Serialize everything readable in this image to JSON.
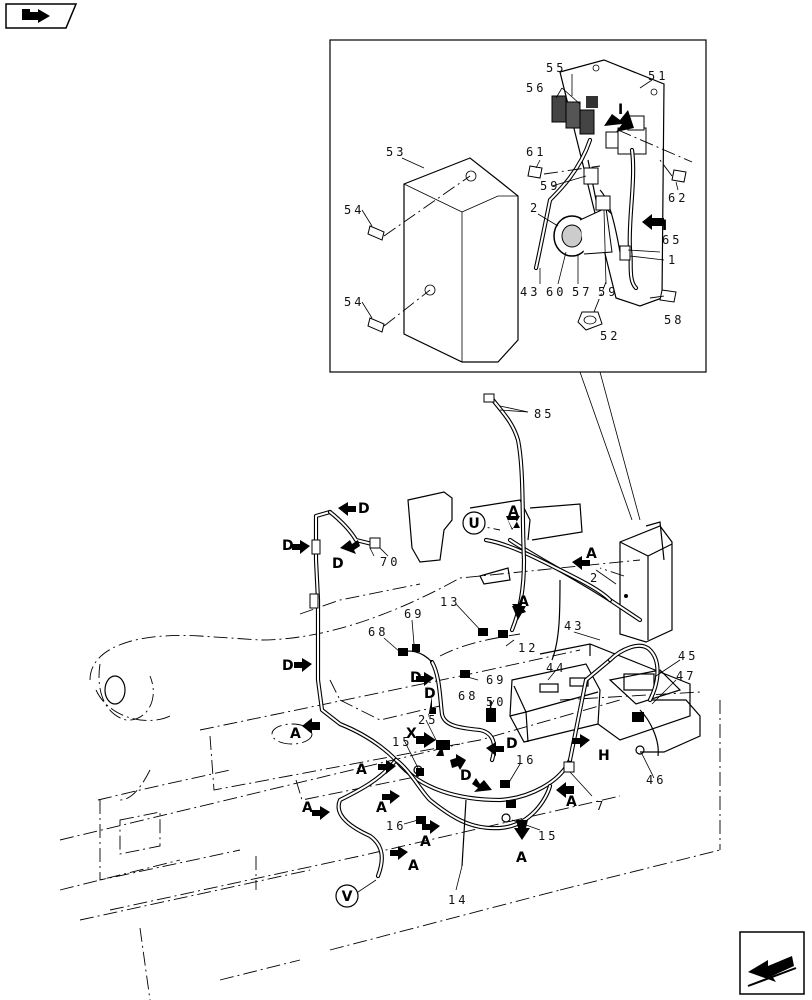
{
  "nav": {
    "back_icon": "back-arrow-icon",
    "next_icon": "next-page-arrow-icon"
  },
  "labels": {
    "n1": "1",
    "n2a": "2",
    "n2b": "2",
    "n7": "7",
    "n12": "12",
    "n13": "13",
    "n14": "14",
    "n15a": "15",
    "n15b": "15",
    "n16a": "16",
    "n16b": "16",
    "n25": "25",
    "n43a": "43",
    "n43b": "43",
    "n44": "44",
    "n45": "45",
    "n46": "46",
    "n47": "47",
    "n50": "50",
    "n51": "51",
    "n52": "52",
    "n53": "53",
    "n54a": "54",
    "n54b": "54",
    "n55": "55",
    "n56": "56",
    "n57": "57",
    "n58": "58",
    "n59a": "59",
    "n59b": "59",
    "n60": "60",
    "n61": "61",
    "n62": "62",
    "n65": "65",
    "n68a": "68",
    "n68b": "68",
    "n69a": "69",
    "n69b": "69",
    "n70": "70",
    "n85": "85"
  },
  "refs": {
    "I1": "I",
    "I2": "I",
    "D1": "D",
    "D2": "D",
    "D3": "D",
    "D4": "D",
    "D5": "D",
    "D6": "D",
    "D7": "D",
    "D8": "D",
    "A1": "A",
    "A2": "A",
    "A3": "A",
    "A4": "A",
    "A5": "A",
    "A6": "A",
    "A7": "A",
    "A8": "A",
    "A9": "A",
    "A10": "A",
    "X": "X",
    "H": "H",
    "U": "U",
    "V": "V"
  }
}
